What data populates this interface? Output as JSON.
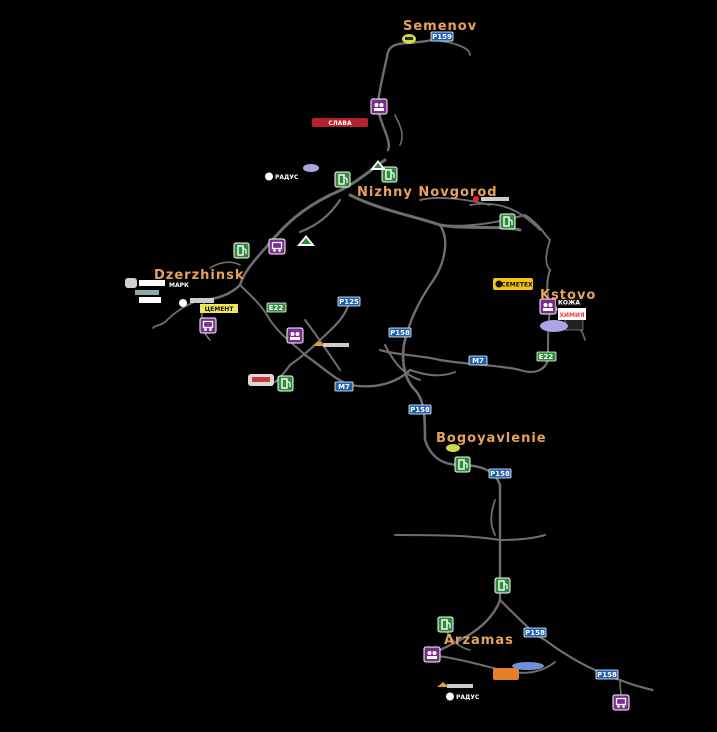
{
  "cities": [
    {
      "id": "semenov",
      "label": "Semenov"
    },
    {
      "id": "nizhny",
      "label": "Nizhny Novgorod"
    },
    {
      "id": "dzerzhinsk",
      "label": "Dzerzhinsk"
    },
    {
      "id": "kstovo",
      "label": "Kstovo"
    },
    {
      "id": "bogoyavlenie",
      "label": "Bogoyavlenie"
    },
    {
      "id": "arzamas",
      "label": "Arzamas"
    }
  ],
  "shields": [
    {
      "id": "p159",
      "label": "P159",
      "color": "#1c5fb0"
    },
    {
      "id": "p125",
      "label": "P125",
      "color": "#1c5fb0"
    },
    {
      "id": "p158a",
      "label": "P158",
      "color": "#1c5fb0"
    },
    {
      "id": "m7a",
      "label": "M7",
      "color": "#1c5fb0"
    },
    {
      "id": "m7b",
      "label": "M7",
      "color": "#1c5fb0"
    },
    {
      "id": "p158b",
      "label": "P158",
      "color": "#1c5fb0"
    },
    {
      "id": "p158c",
      "label": "P158",
      "color": "#1c5fb0"
    },
    {
      "id": "p158d",
      "label": "P158",
      "color": "#1c5fb0"
    },
    {
      "id": "p158e",
      "label": "P158",
      "color": "#1c5fb0"
    },
    {
      "id": "e22a",
      "label": "E22",
      "color": "#2e8b3a"
    },
    {
      "id": "e22b",
      "label": "E22",
      "color": "#2e8b3a"
    }
  ],
  "brands": {
    "radius1": "РАДУС",
    "radius2": "РАДУС",
    "semeteh": "СЕМЕТЕХ",
    "koja": "КОЖА",
    "himiya": "ХИМИЯ",
    "mark": "МАРК",
    "tsement": "ЦЕМЕНТ",
    "slava": "СЛАВА"
  },
  "icons": {
    "gas": "gas-station-icon",
    "garage": "garage-icon",
    "truck": "truck-dealer-icon",
    "recruit": "recruitment-icon",
    "sleep": "rest-area-icon"
  },
  "colors": {
    "city_label": "#e8a25c",
    "gas_icon": "#2e8b3a",
    "purple_icon": "#7b2d8f",
    "road": "#6e6e6e",
    "background": "#000000"
  }
}
